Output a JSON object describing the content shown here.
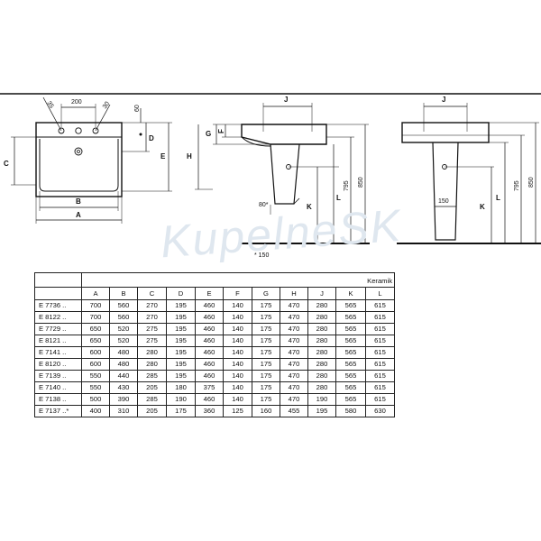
{
  "drawings": {
    "top_view": {
      "angle_left": "35",
      "angle_right": "30",
      "dim_200": "200",
      "dim_60": "60",
      "labels": {
        "A": "A",
        "B": "B",
        "C": "C",
        "D": "D",
        "E": "E"
      }
    },
    "side_view": {
      "labels": {
        "J": "J",
        "G": "G",
        "F": "F",
        "H": "H",
        "K": "K",
        "L": "L"
      },
      "angle_80": "80*",
      "dim_795": "795",
      "dim_850": "850",
      "note_150": "* 150"
    },
    "front_view": {
      "labels": {
        "J": "J",
        "K": "K",
        "L": "L"
      },
      "dim_150": "150",
      "dim_795": "795",
      "dim_850": "850"
    }
  },
  "watermark": "KupelneSK",
  "table": {
    "material": "Keramik",
    "columns": [
      "A",
      "B",
      "C",
      "D",
      "E",
      "F",
      "G",
      "H",
      "J",
      "K",
      "L"
    ],
    "rows": [
      {
        "model": "E 7736 ..",
        "values": [
          "700",
          "560",
          "270",
          "195",
          "460",
          "140",
          "175",
          "470",
          "280",
          "565",
          "615"
        ]
      },
      {
        "model": "E 8122 ..",
        "values": [
          "700",
          "560",
          "270",
          "195",
          "460",
          "140",
          "175",
          "470",
          "280",
          "565",
          "615"
        ]
      },
      {
        "model": "E 7729 ..",
        "values": [
          "650",
          "520",
          "275",
          "195",
          "460",
          "140",
          "175",
          "470",
          "280",
          "565",
          "615"
        ]
      },
      {
        "model": "E 8121 ..",
        "values": [
          "650",
          "520",
          "275",
          "195",
          "460",
          "140",
          "175",
          "470",
          "280",
          "565",
          "615"
        ]
      },
      {
        "model": "E 7141 ..",
        "values": [
          "600",
          "480",
          "280",
          "195",
          "460",
          "140",
          "175",
          "470",
          "280",
          "565",
          "615"
        ]
      },
      {
        "model": "E 8120 ..",
        "values": [
          "600",
          "480",
          "280",
          "195",
          "460",
          "140",
          "175",
          "470",
          "280",
          "565",
          "615"
        ]
      },
      {
        "model": "E 7139 ..",
        "values": [
          "550",
          "440",
          "285",
          "195",
          "460",
          "140",
          "175",
          "470",
          "280",
          "565",
          "615"
        ]
      },
      {
        "model": "E 7140 ..",
        "values": [
          "550",
          "430",
          "205",
          "180",
          "375",
          "140",
          "175",
          "470",
          "280",
          "565",
          "615"
        ]
      },
      {
        "model": "E 7138 ..",
        "values": [
          "500",
          "390",
          "285",
          "190",
          "460",
          "140",
          "175",
          "470",
          "190",
          "565",
          "615"
        ]
      },
      {
        "model": "E 7137 ..*",
        "values": [
          "400",
          "310",
          "205",
          "175",
          "360",
          "125",
          "160",
          "455",
          "195",
          "580",
          "630"
        ]
      }
    ]
  }
}
